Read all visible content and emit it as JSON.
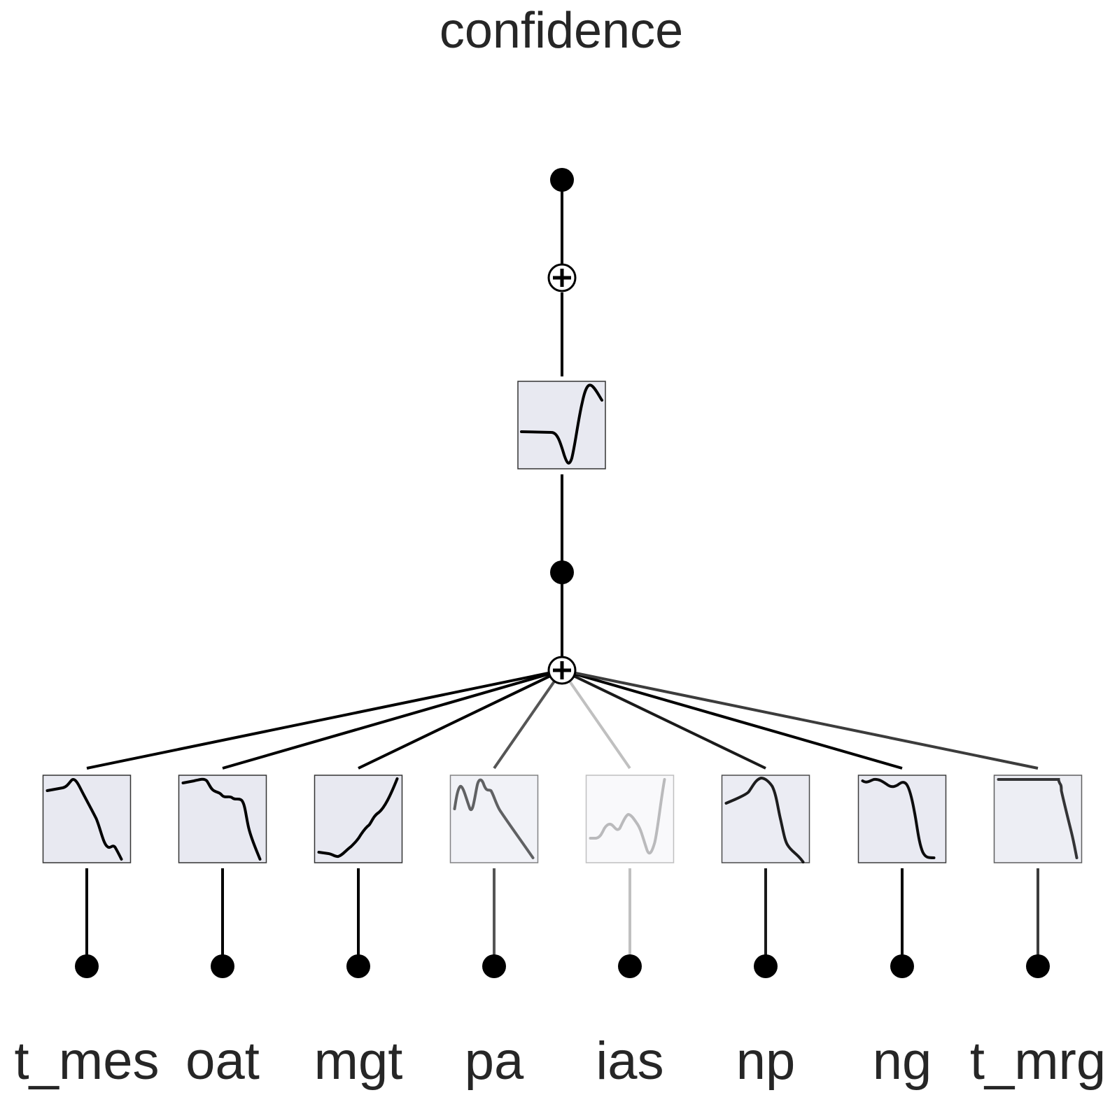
{
  "title": "confidence",
  "output_node": {
    "shape": "filled-circle"
  },
  "sum_nodes": [
    {
      "icon": "circled-plus-icon"
    },
    {
      "icon": "circled-plus-icon"
    }
  ],
  "output_function": {
    "shape": "flat-then-dip-then-rise"
  },
  "inputs": [
    {
      "label": "t_mes",
      "shape": "rise-peak-then-decline",
      "edge_color": "#000000",
      "opacity": 1.0
    },
    {
      "label": "oat",
      "shape": "stepwise-decline",
      "edge_color": "#000000",
      "opacity": 1.0
    },
    {
      "label": "mgt",
      "shape": "increasing",
      "edge_color": "#000000",
      "opacity": 1.0
    },
    {
      "label": "pa",
      "shape": "oscillate-then-decline",
      "edge_color": "#555555",
      "opacity": 0.6
    },
    {
      "label": "ias",
      "shape": "wavy-then-rise",
      "edge_color": "#c0c0c0",
      "opacity": 0.25
    },
    {
      "label": "np",
      "shape": "peak-then-drop",
      "edge_color": "#1a1a1a",
      "opacity": 0.88
    },
    {
      "label": "ng",
      "shape": "wavy-then-drop",
      "edge_color": "#000000",
      "opacity": 0.95
    },
    {
      "label": "t_mrg",
      "shape": "flat-then-drop",
      "edge_color": "#3c3c3c",
      "opacity": 0.78
    }
  ],
  "colors": {
    "panel_fill": "#e8e9f1",
    "line": "#000000",
    "text": "#262626"
  }
}
